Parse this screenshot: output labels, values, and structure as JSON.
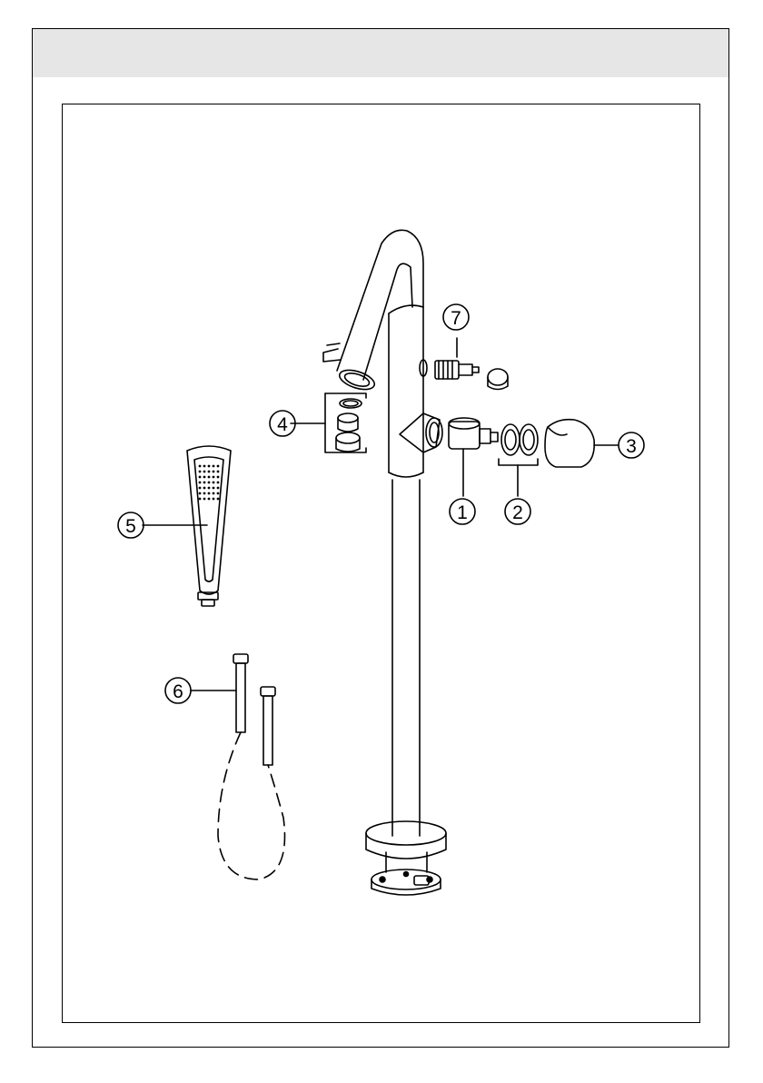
{
  "callouts": [
    {
      "id": "part-1",
      "label": "1"
    },
    {
      "id": "part-2",
      "label": "2"
    },
    {
      "id": "part-3",
      "label": "3"
    },
    {
      "id": "part-4",
      "label": "4"
    },
    {
      "id": "part-5",
      "label": "5"
    },
    {
      "id": "part-6",
      "label": "6"
    },
    {
      "id": "part-7",
      "label": "7"
    }
  ],
  "colors": {
    "line": "#000000",
    "header_band": "#e6e6e6",
    "background": "#ffffff"
  }
}
